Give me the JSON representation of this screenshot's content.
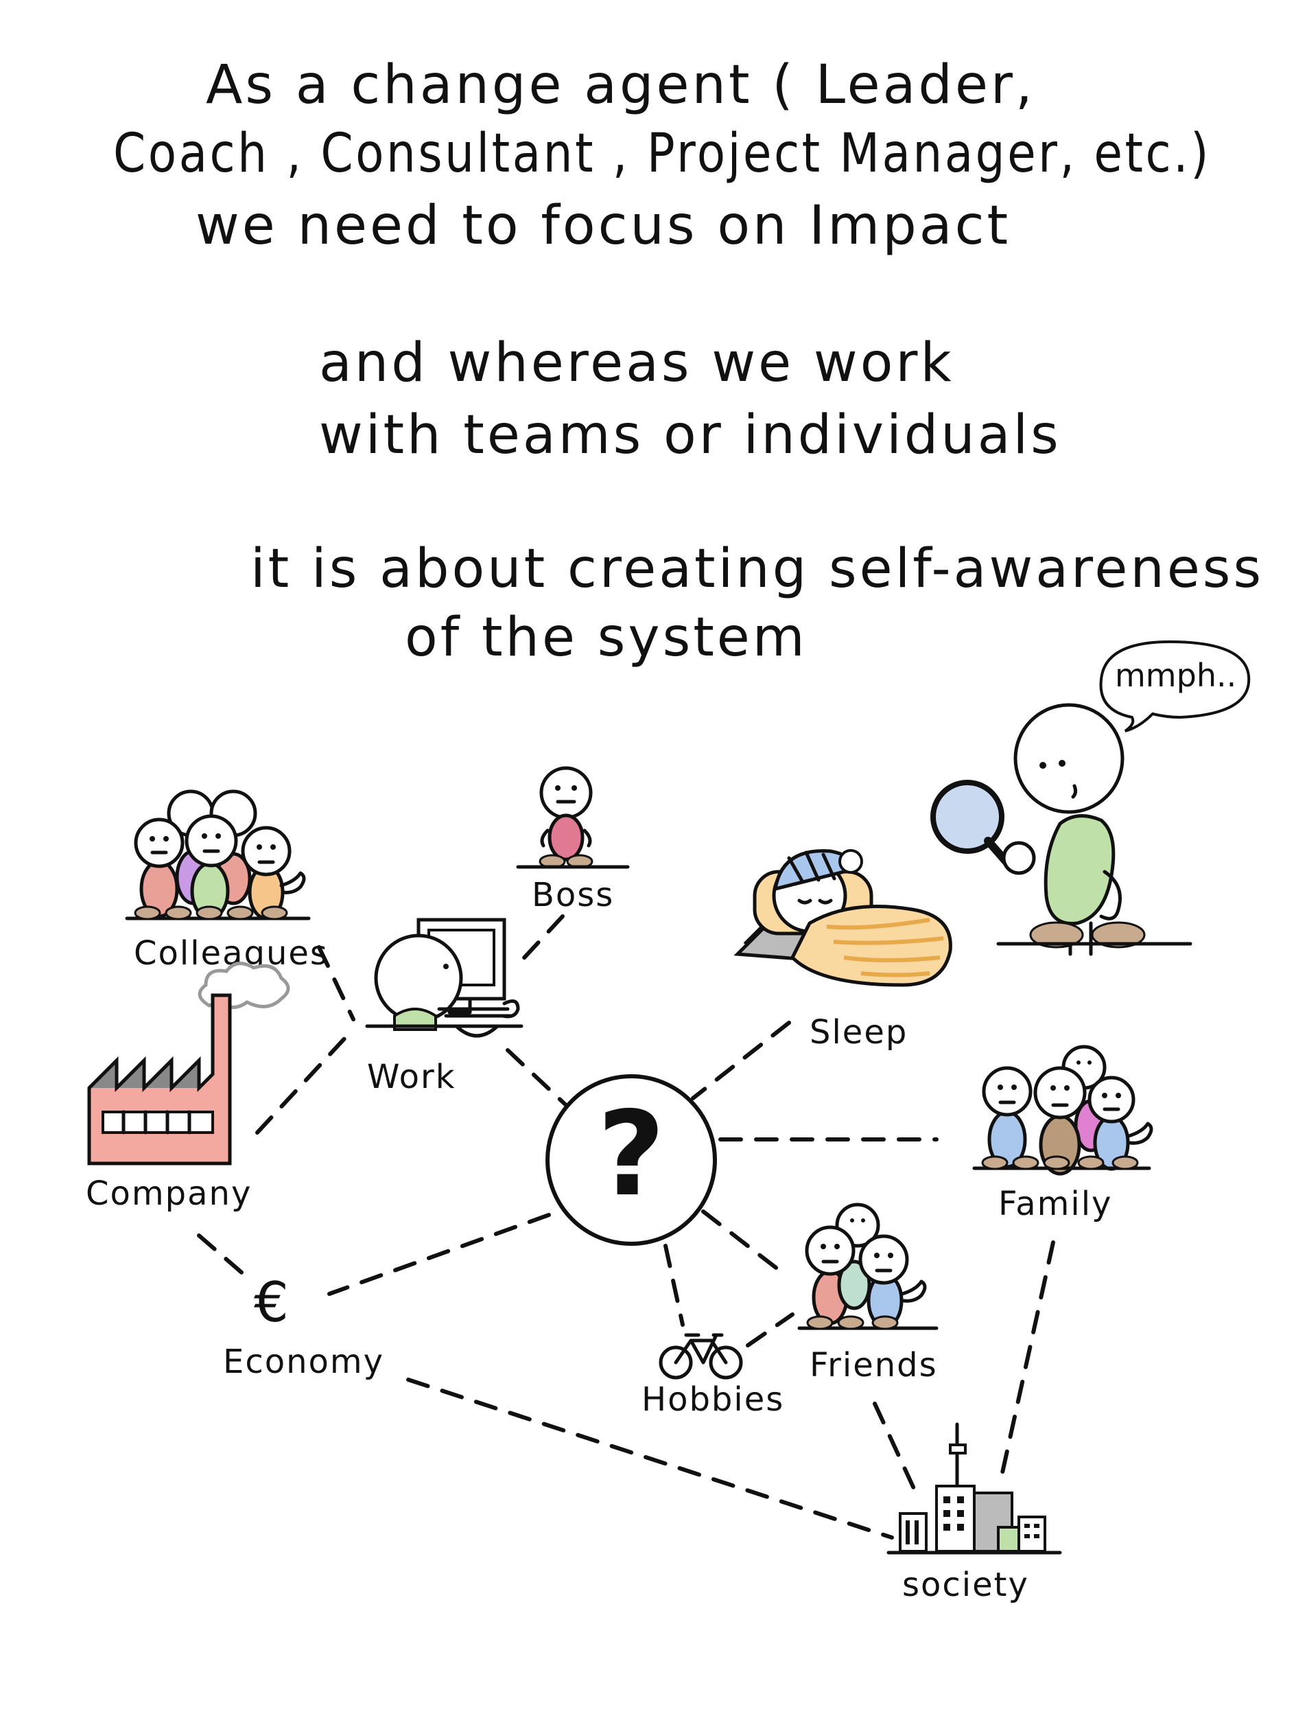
{
  "intro": {
    "line1": "As a change agent ( Leader,",
    "line2": "Coach , Consultant , Project Manager, etc.)",
    "line3": "we need to focus on Impact",
    "line4": "and whereas we work",
    "line5": "with teams or individuals",
    "line6": "it is about creating self-awareness",
    "line7": "of the system"
  },
  "speech_bubble": "mmph..",
  "center_symbol": "?",
  "nodes": {
    "colleagues": "Colleagues",
    "boss": "Boss",
    "work": "Work",
    "sleep": "Sleep",
    "company": "Company",
    "family": "Family",
    "economy": "Economy",
    "euro_symbol": "€",
    "hobbies": "Hobbies",
    "friends": "Friends",
    "society": "society"
  },
  "colors": {
    "ink": "#111111",
    "factory": "#f4a9a0",
    "red_body": "#e9a096",
    "purple_body": "#c99be6",
    "green_body": "#bfe0a8",
    "orange_body": "#f6c58a",
    "pink_body": "#e07a92",
    "blue_body": "#a9c6ec",
    "brown_body": "#b99a7a",
    "lens": "#c9daf0",
    "blanket": "#f9d9a0",
    "ground": "#c8aa8e"
  }
}
